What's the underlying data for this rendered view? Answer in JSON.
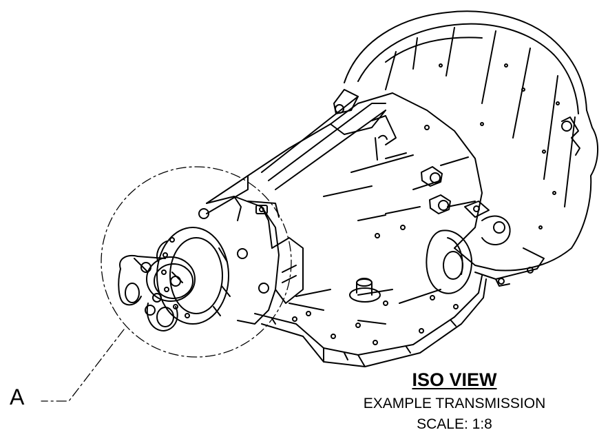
{
  "callout": {
    "label": "A"
  },
  "view": {
    "title": "ISO VIEW",
    "subtitle": "EXAMPLE TRANSMISSION",
    "scale": "SCALE: 1:8"
  }
}
